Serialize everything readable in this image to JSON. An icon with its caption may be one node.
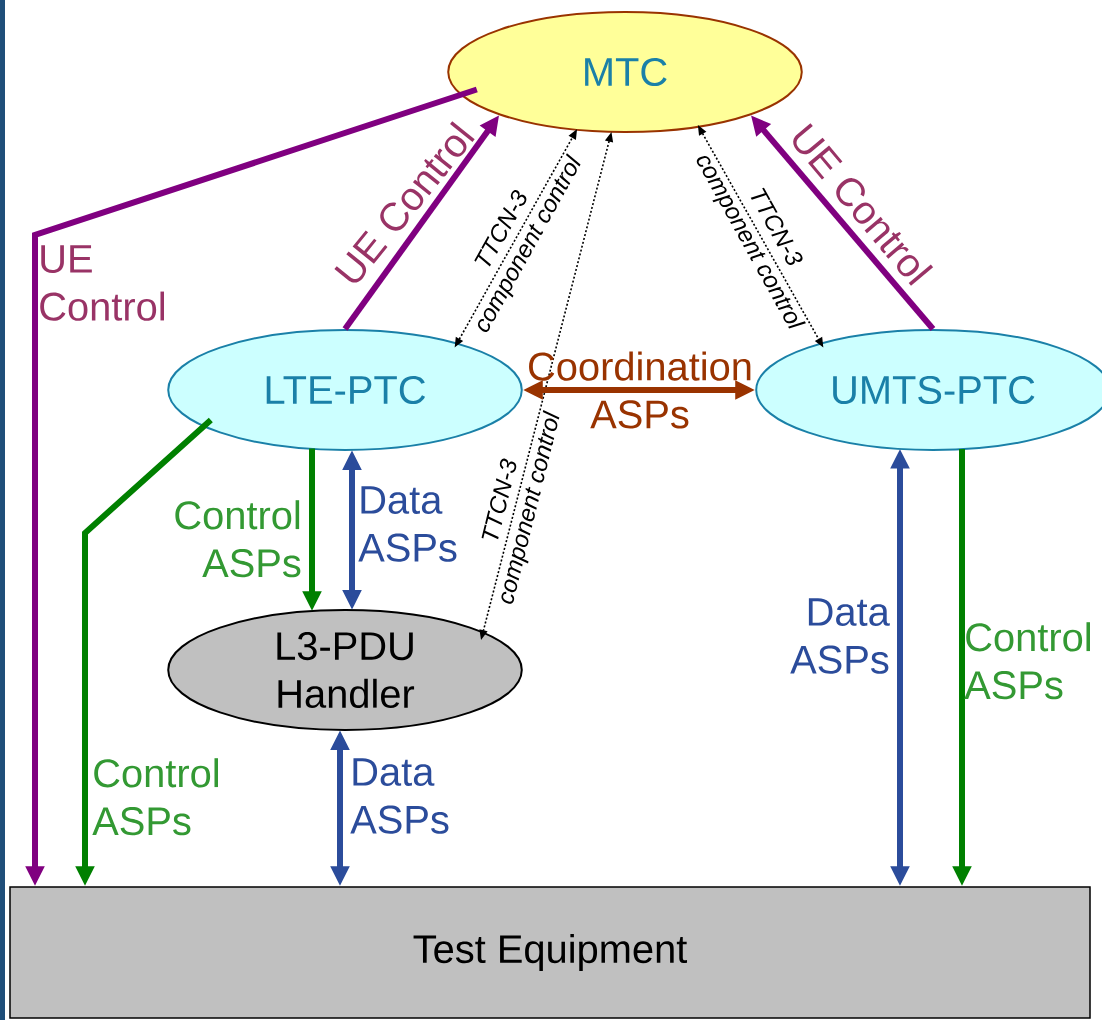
{
  "diagram": {
    "nodes": [
      {
        "text": [
          "MTC"
        ]
      },
      {
        "text": [
          "LTE-PTC"
        ]
      },
      {
        "text": [
          "UMTS-PTC"
        ]
      },
      {
        "text": [
          "L3-PDU Handler"
        ]
      },
      {
        "text": [
          "Test Equipment"
        ]
      }
    ],
    "edges": [
      {
        "from": 0,
        "to": 4,
        "arrow": "to",
        "label": "UE Control",
        "color": "#800080"
      },
      {
        "from": 1,
        "to": 0,
        "arrow": "to",
        "label": "UE Control",
        "color": "#800080"
      },
      {
        "from": 2,
        "to": 0,
        "arrow": "to",
        "label": "UE Control",
        "color": "#800080"
      },
      {
        "from": 1,
        "to": 0,
        "arrow": "both",
        "label": "TTCN-3 component control",
        "style": "dashed",
        "color": "#000000"
      },
      {
        "from": 0,
        "to": 3,
        "arrow": "both",
        "label": "TTCN-3 component control",
        "style": "dashed",
        "color": "#000000"
      },
      {
        "from": 0,
        "to": 2,
        "arrow": "both",
        "label": "TTCN-3 component control",
        "style": "dashed",
        "color": "#000000"
      },
      {
        "from": 1,
        "to": 2,
        "arrow": "both",
        "label": "Coordination ASPs",
        "color": "#993300"
      },
      {
        "from": 1,
        "to": 4,
        "arrow": "to",
        "label": "Control ASPs",
        "color": "#008000"
      },
      {
        "from": 1,
        "to": 3,
        "arrow": "to",
        "label": "Control ASPs",
        "color": "#008000"
      },
      {
        "from": 1,
        "to": 3,
        "arrow": "both",
        "label": "Data ASPs",
        "color": "#2b4c9b"
      },
      {
        "from": 3,
        "to": 4,
        "arrow": "both",
        "label": "Data ASPs",
        "color": "#2b4c9b"
      },
      {
        "from": 2,
        "to": 4,
        "arrow": "both",
        "label": "Data ASPs",
        "color": "#2b4c9b"
      },
      {
        "from": 2,
        "to": 4,
        "arrow": "to",
        "label": "Control ASPs",
        "color": "#008000"
      }
    ]
  }
}
